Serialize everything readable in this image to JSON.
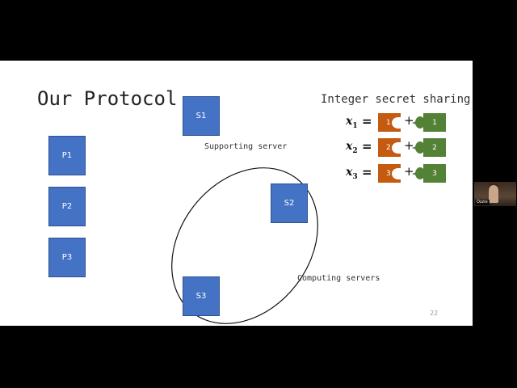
{
  "slide": {
    "title": "Our Protocol",
    "subtitle": "Integer secret sharing",
    "slide_number": "22",
    "servers": {
      "s1": "S1",
      "s2": "S2",
      "s3": "S3"
    },
    "parties": [
      "P1",
      "P2",
      "P3"
    ],
    "supporting_label": "Supporting server",
    "computing_label": "Computing servers",
    "shares": [
      {
        "var": "x",
        "index": "1",
        "eq": "=",
        "left_value": "1",
        "plus": "+",
        "right_value": "1"
      },
      {
        "var": "x",
        "index": "2",
        "eq": "=",
        "left_value": "2",
        "plus": "+",
        "right_value": "2"
      },
      {
        "var": "x",
        "index": "3",
        "eq": "=",
        "left_value": "3",
        "plus": "+",
        "right_value": "3"
      }
    ],
    "colors": {
      "server_blue": "#4472C4",
      "share_orange": "#C55A11",
      "share_green": "#538135"
    }
  },
  "webcam": {
    "name_tag": "Ozzie"
  }
}
